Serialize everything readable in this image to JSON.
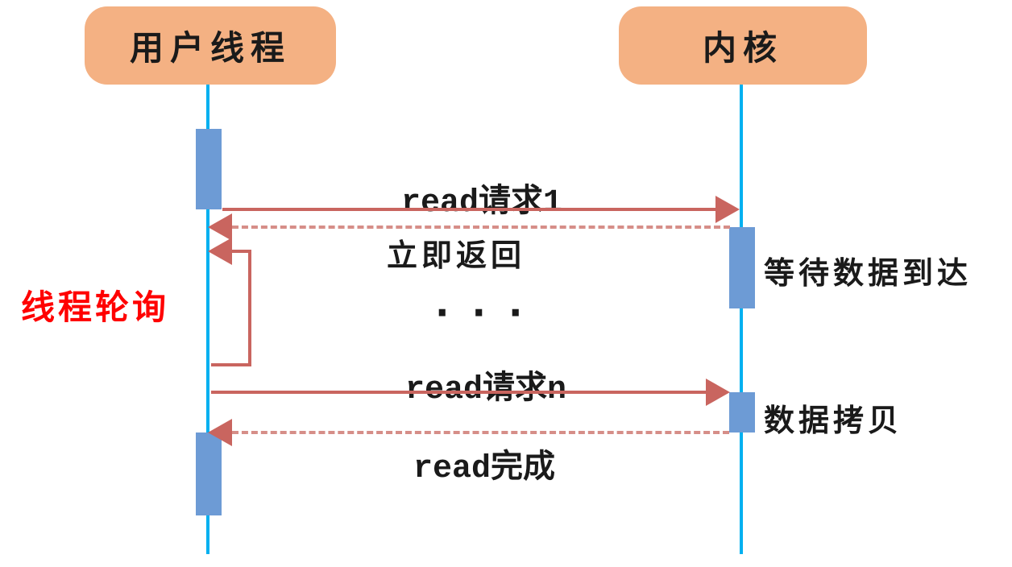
{
  "diagram": {
    "title_hint": "non-blocking read polling sequence diagram",
    "actors": {
      "user_thread": "用户线程",
      "kernel": "内核"
    },
    "messages": {
      "read_request_1": "read请求1",
      "immediate_return": "立即返回",
      "wait_for_data": "等待数据到达",
      "thread_polling": "线程轮询",
      "ellipsis": "···",
      "read_request_n": "read请求n",
      "data_copy": "数据拷贝",
      "read_complete": "read完成"
    }
  },
  "colors": {
    "actor_fill": "#F4B183",
    "lifeline": "#00B0F0",
    "activation": "#6D9BD5",
    "arrow": "#C9655F",
    "arrow_dashed": "#D68E88",
    "polling_text": "#FF0000",
    "text": "#1A1A1A"
  }
}
